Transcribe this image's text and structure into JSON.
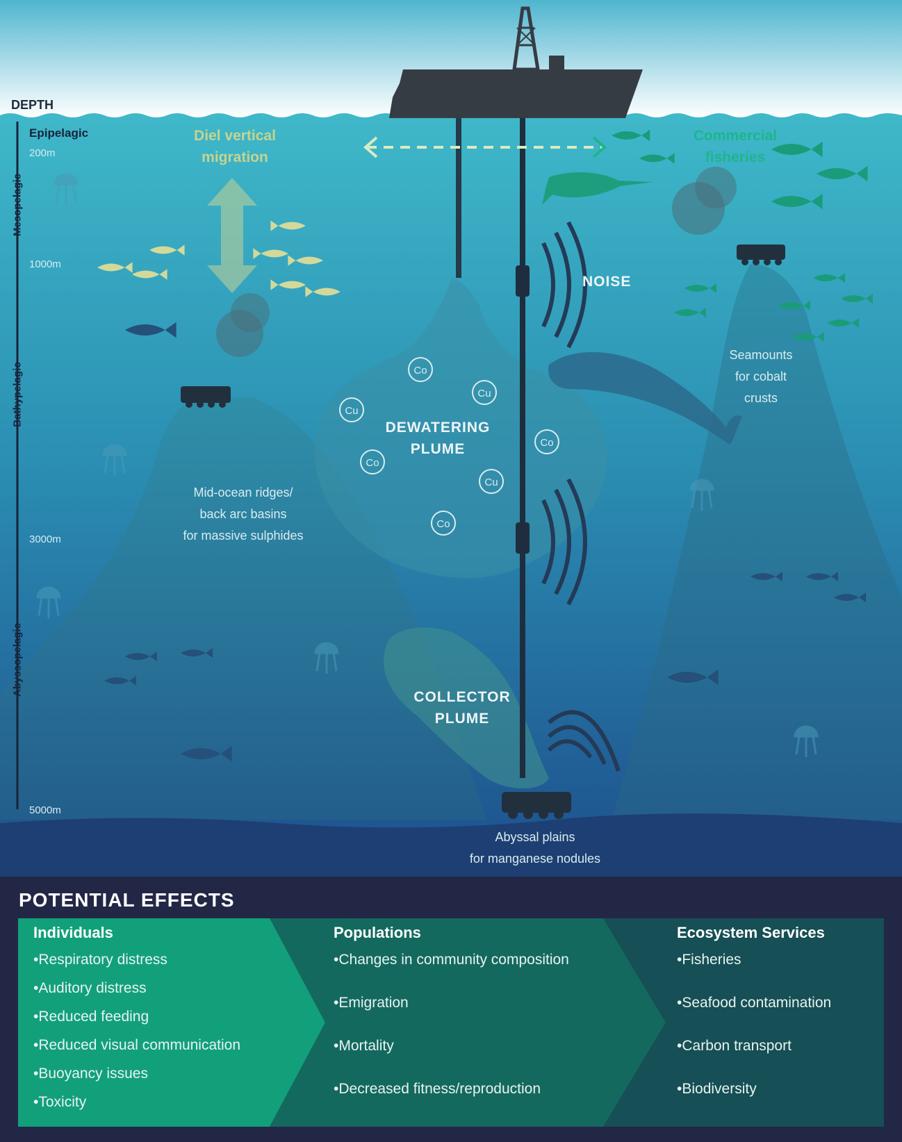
{
  "depth_scale": {
    "title": "DEPTH",
    "zones": [
      "Epipelagic",
      "Mesopelagic",
      "Bathypelagic",
      "Abyssopelagic"
    ],
    "marks": [
      "200m",
      "1000m",
      "3000m",
      "5000m"
    ]
  },
  "labels": {
    "diel_migration": [
      "Diel vertical",
      "migration"
    ],
    "commercial_fisheries": [
      "Commercial",
      "fisheries"
    ],
    "noise": "NOISE",
    "dewatering_plume": [
      "DEWATERING",
      "PLUME"
    ],
    "collector_plume": [
      "COLLECTOR",
      "PLUME"
    ],
    "seamounts": [
      "Seamounts",
      "for cobalt",
      "crusts"
    ],
    "ridges": [
      "Mid-ocean ridges/",
      "back arc basins",
      "for massive sulphides"
    ],
    "abyssal": [
      "Abyssal plains",
      "for manganese nodules"
    ],
    "metals": [
      "Co",
      "Cu",
      "Cu",
      "Co",
      "Co",
      "Cu",
      "Co"
    ]
  },
  "effects": {
    "title": "POTENTIAL EFFECTS",
    "columns": [
      {
        "heading": "Individuals",
        "items": [
          "Respiratory distress",
          "Auditory distress",
          "Reduced feeding",
          "Reduced visual communication",
          "Buoyancy issues",
          "Toxicity"
        ]
      },
      {
        "heading": "Populations",
        "items": [
          "Changes in community composition",
          "Emigration",
          "Mortality",
          "Decreased fitness/reproduction"
        ]
      },
      {
        "heading": "Ecosystem Services",
        "items": [
          "Fisheries",
          "Seafood contamination",
          "Carbon transport",
          "Biodiversity"
        ]
      }
    ]
  },
  "colors": {
    "sky": "#ffffff",
    "ocean_top": "#3fb8c9",
    "ocean_deep": "#1d4f8c",
    "seafloor": "#1e3f73",
    "panel_bg": "#222746",
    "chevron_1": "#12a07b",
    "chevron_2": "#14695f",
    "chevron_3": "#164f55",
    "yellow_accent": "#c5d48e",
    "green_accent": "#1fb58c"
  }
}
